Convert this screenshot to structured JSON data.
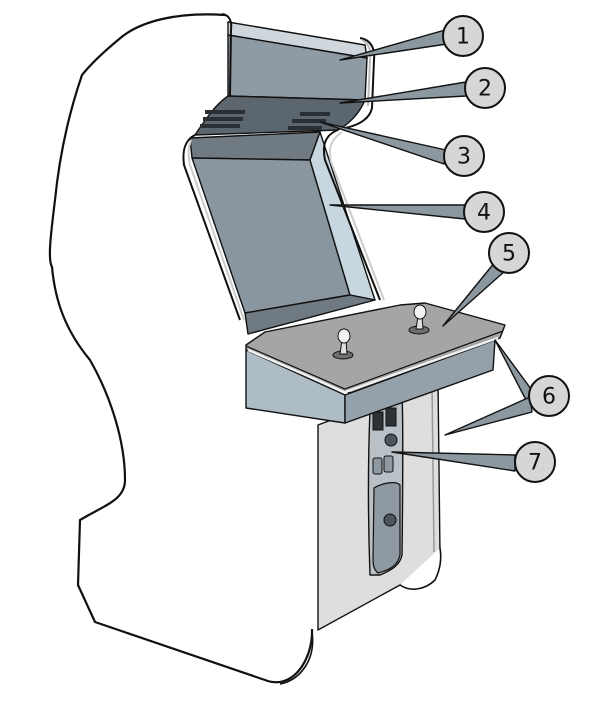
{
  "diagram": {
    "subject": "Arcade cabinet (upright)",
    "colors": {
      "background": "#ffffff",
      "side_panel": "#ffffff",
      "marquee_panel": "#8e9aa4",
      "monitor_bezel": "#8a969f",
      "bezel_right_face": "#c8d6df",
      "bezel_top_band": "#6f7a82",
      "control_panel_top": "#a5a5a5",
      "control_panel_front": "#aebcc6",
      "lower_front_panel": "#dedede",
      "coin_door": "#8e99a2",
      "callout_fill": "#d6d6d6",
      "leader_fill": "#8c98a0",
      "outline": "#111111"
    },
    "callouts": [
      {
        "number": "1",
        "target": "marquee"
      },
      {
        "number": "2",
        "target": "marquee lower trim"
      },
      {
        "number": "3",
        "target": "speaker grilles"
      },
      {
        "number": "4",
        "target": "monitor bezel"
      },
      {
        "number": "5",
        "target": "control panel"
      },
      {
        "number": "6",
        "target": "t-molding edge"
      },
      {
        "number": "7",
        "target": "coin door"
      }
    ]
  }
}
